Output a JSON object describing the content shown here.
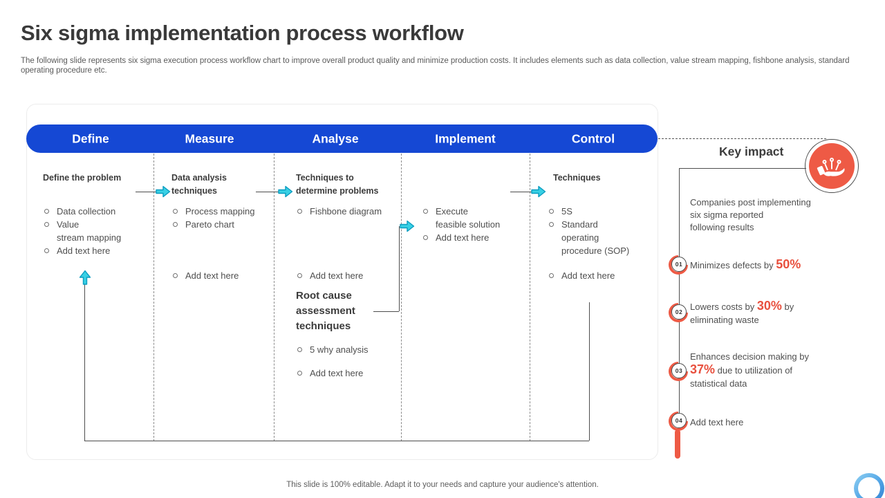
{
  "slide": {
    "title": "Six sigma implementation process workflow",
    "subtitle": "The following slide represents six sigma execution process workflow chart to improve overall product quality and minimize production costs. It includes elements such as data collection, value stream mapping, fishbone analysis, standard operating procedure etc.",
    "footer": "This slide is 100% editable. Adapt it to your needs and capture your audience's attention."
  },
  "phases": [
    {
      "label": "Define",
      "header": "Define the problem",
      "bullets": [
        "Data collection",
        "Value\nstream mapping",
        "Add text here"
      ]
    },
    {
      "label": "Measure",
      "header": "Data analysis\ntechniques",
      "bullets": [
        "Process mapping",
        "Pareto chart"
      ],
      "extra": "Add text here"
    },
    {
      "label": "Analyse",
      "header": "Techniques to\ndetermine problems",
      "bullets": [
        "Fishbone diagram"
      ],
      "extra": "Add text here",
      "sub_header": "Root cause\nassessment\ntechniques",
      "sub_bullets": [
        "5 why  analysis",
        "Add text here"
      ]
    },
    {
      "label": "Implement",
      "bullets": [
        "Execute\nfeasible solution",
        "Add text here"
      ]
    },
    {
      "label": "Control",
      "header": "Techniques",
      "bullets": [
        "5S",
        "Standard\noperating\nprocedure (SOP)"
      ],
      "extra": "Add text here"
    }
  ],
  "key_impact": {
    "title": "Key impact",
    "icon": "hand-offering-icon",
    "intro": "Companies post implementing\nsix sigma reported\nfollowing results",
    "items": [
      {
        "num": "01",
        "pre": "Minimizes defects by ",
        "highlight": "50%",
        "post": ""
      },
      {
        "num": "02",
        "pre": "Lowers costs by ",
        "highlight": "30%",
        "post": " by eliminating waste"
      },
      {
        "num": "03",
        "pre": "Enhances decision making by ",
        "highlight": "37%",
        "post": " due to utilization of statistical data"
      },
      {
        "num": "04",
        "pre": "Add text here",
        "highlight": "",
        "post": ""
      }
    ]
  },
  "colors": {
    "band_blue": "#1548d4",
    "arrow_cyan_fill": "#38d0e4",
    "arrow_cyan_stroke": "#0a9cc0",
    "impact_red": "#ee5a45",
    "highlight_red": "#e8503e",
    "text_dark": "#3c3c3c",
    "text_gray": "#5a5a5a"
  }
}
